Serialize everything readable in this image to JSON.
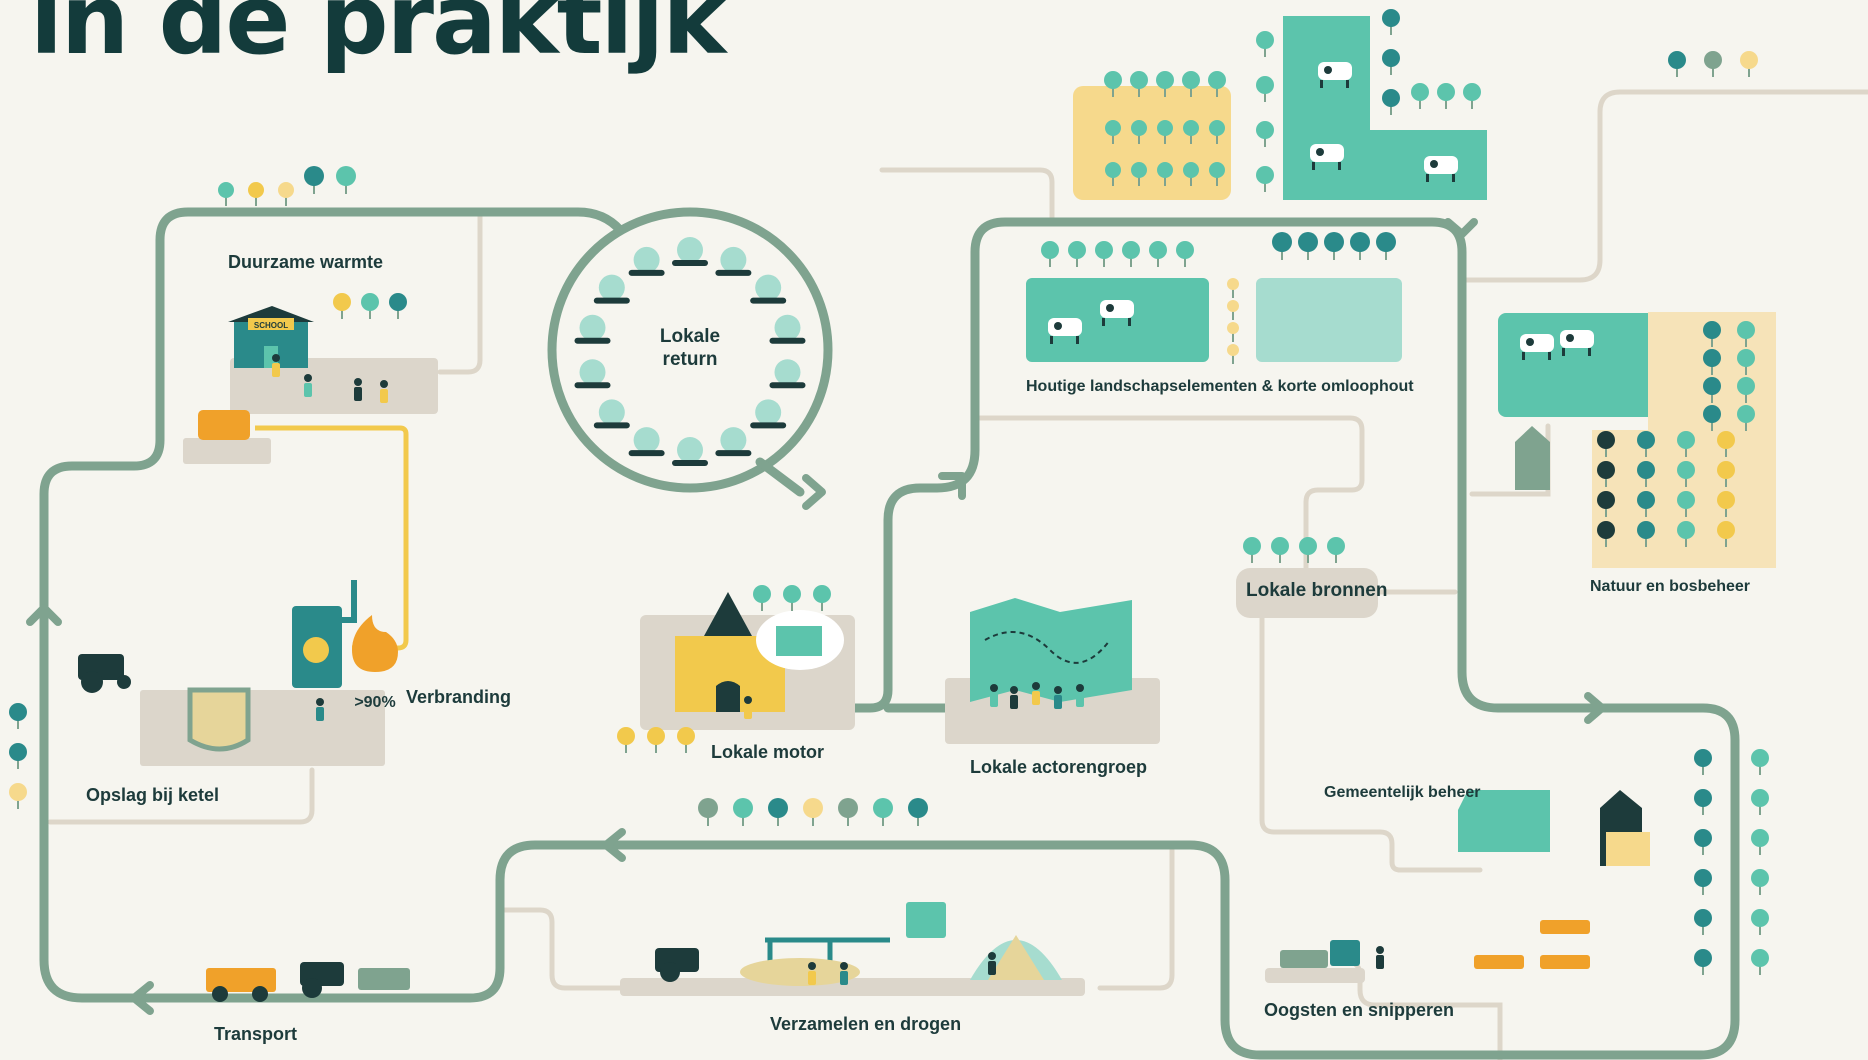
{
  "title": {
    "line2": "in de praktijk"
  },
  "center": {
    "line1": "Lokale",
    "line2": "return"
  },
  "labels": {
    "duurzame_warmte": "Duurzame warmte",
    "school": "SCHOOL",
    "verbranding": "Verbranding",
    "efficiency": ">90%",
    "opslag": "Opslag bij ketel",
    "lokale_motor": "Lokale motor",
    "lokale_actorengroep": "Lokale actorengroep",
    "houtige": "Houtige landschapselementen & korte omloophout",
    "lokale_bronnen": "Lokale bronnen",
    "natuur": "Natuur en bosbeheer",
    "gemeentelijk": "Gemeentelijk beheer",
    "oogsten": "Oogsten en snipperen",
    "verzamelen": "Verzamelen en drogen",
    "transport": "Transport"
  },
  "colors": {
    "background": "#f6f5ef",
    "path": "#7fa38f",
    "teal": "#5cc4ac",
    "dark_teal": "#133b3b",
    "yellow": "#f2c94c",
    "beige": "#dcd6cb",
    "orange": "#f0a12a",
    "light_yellow_field": "#f6d98c"
  },
  "icons": [
    "school-icon",
    "radiator-icon",
    "boiler-icon",
    "flame-icon",
    "tractor-icon",
    "truck-icon",
    "cow-icon",
    "tree-icon",
    "town-hall-icon",
    "map-icon",
    "house-icon",
    "chipper-icon",
    "calendar-icon",
    "dome-icon",
    "arrow-icon"
  ]
}
